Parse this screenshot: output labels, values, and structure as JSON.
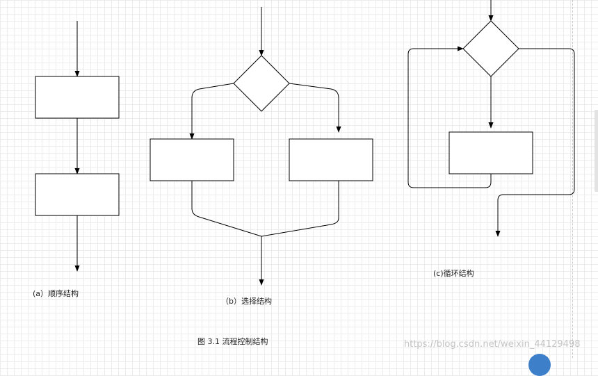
{
  "captions": {
    "sequence": "(a）顺序结构",
    "selection": "（b）选择结构",
    "loop": "(c)循环结构",
    "figure": "图  3.1  流程控制结构"
  },
  "watermark": "https://blog.csdn.net/weixin_44129498",
  "colors": {
    "stroke": "#000000",
    "grid": "#ececec",
    "background": "#ffffff"
  }
}
